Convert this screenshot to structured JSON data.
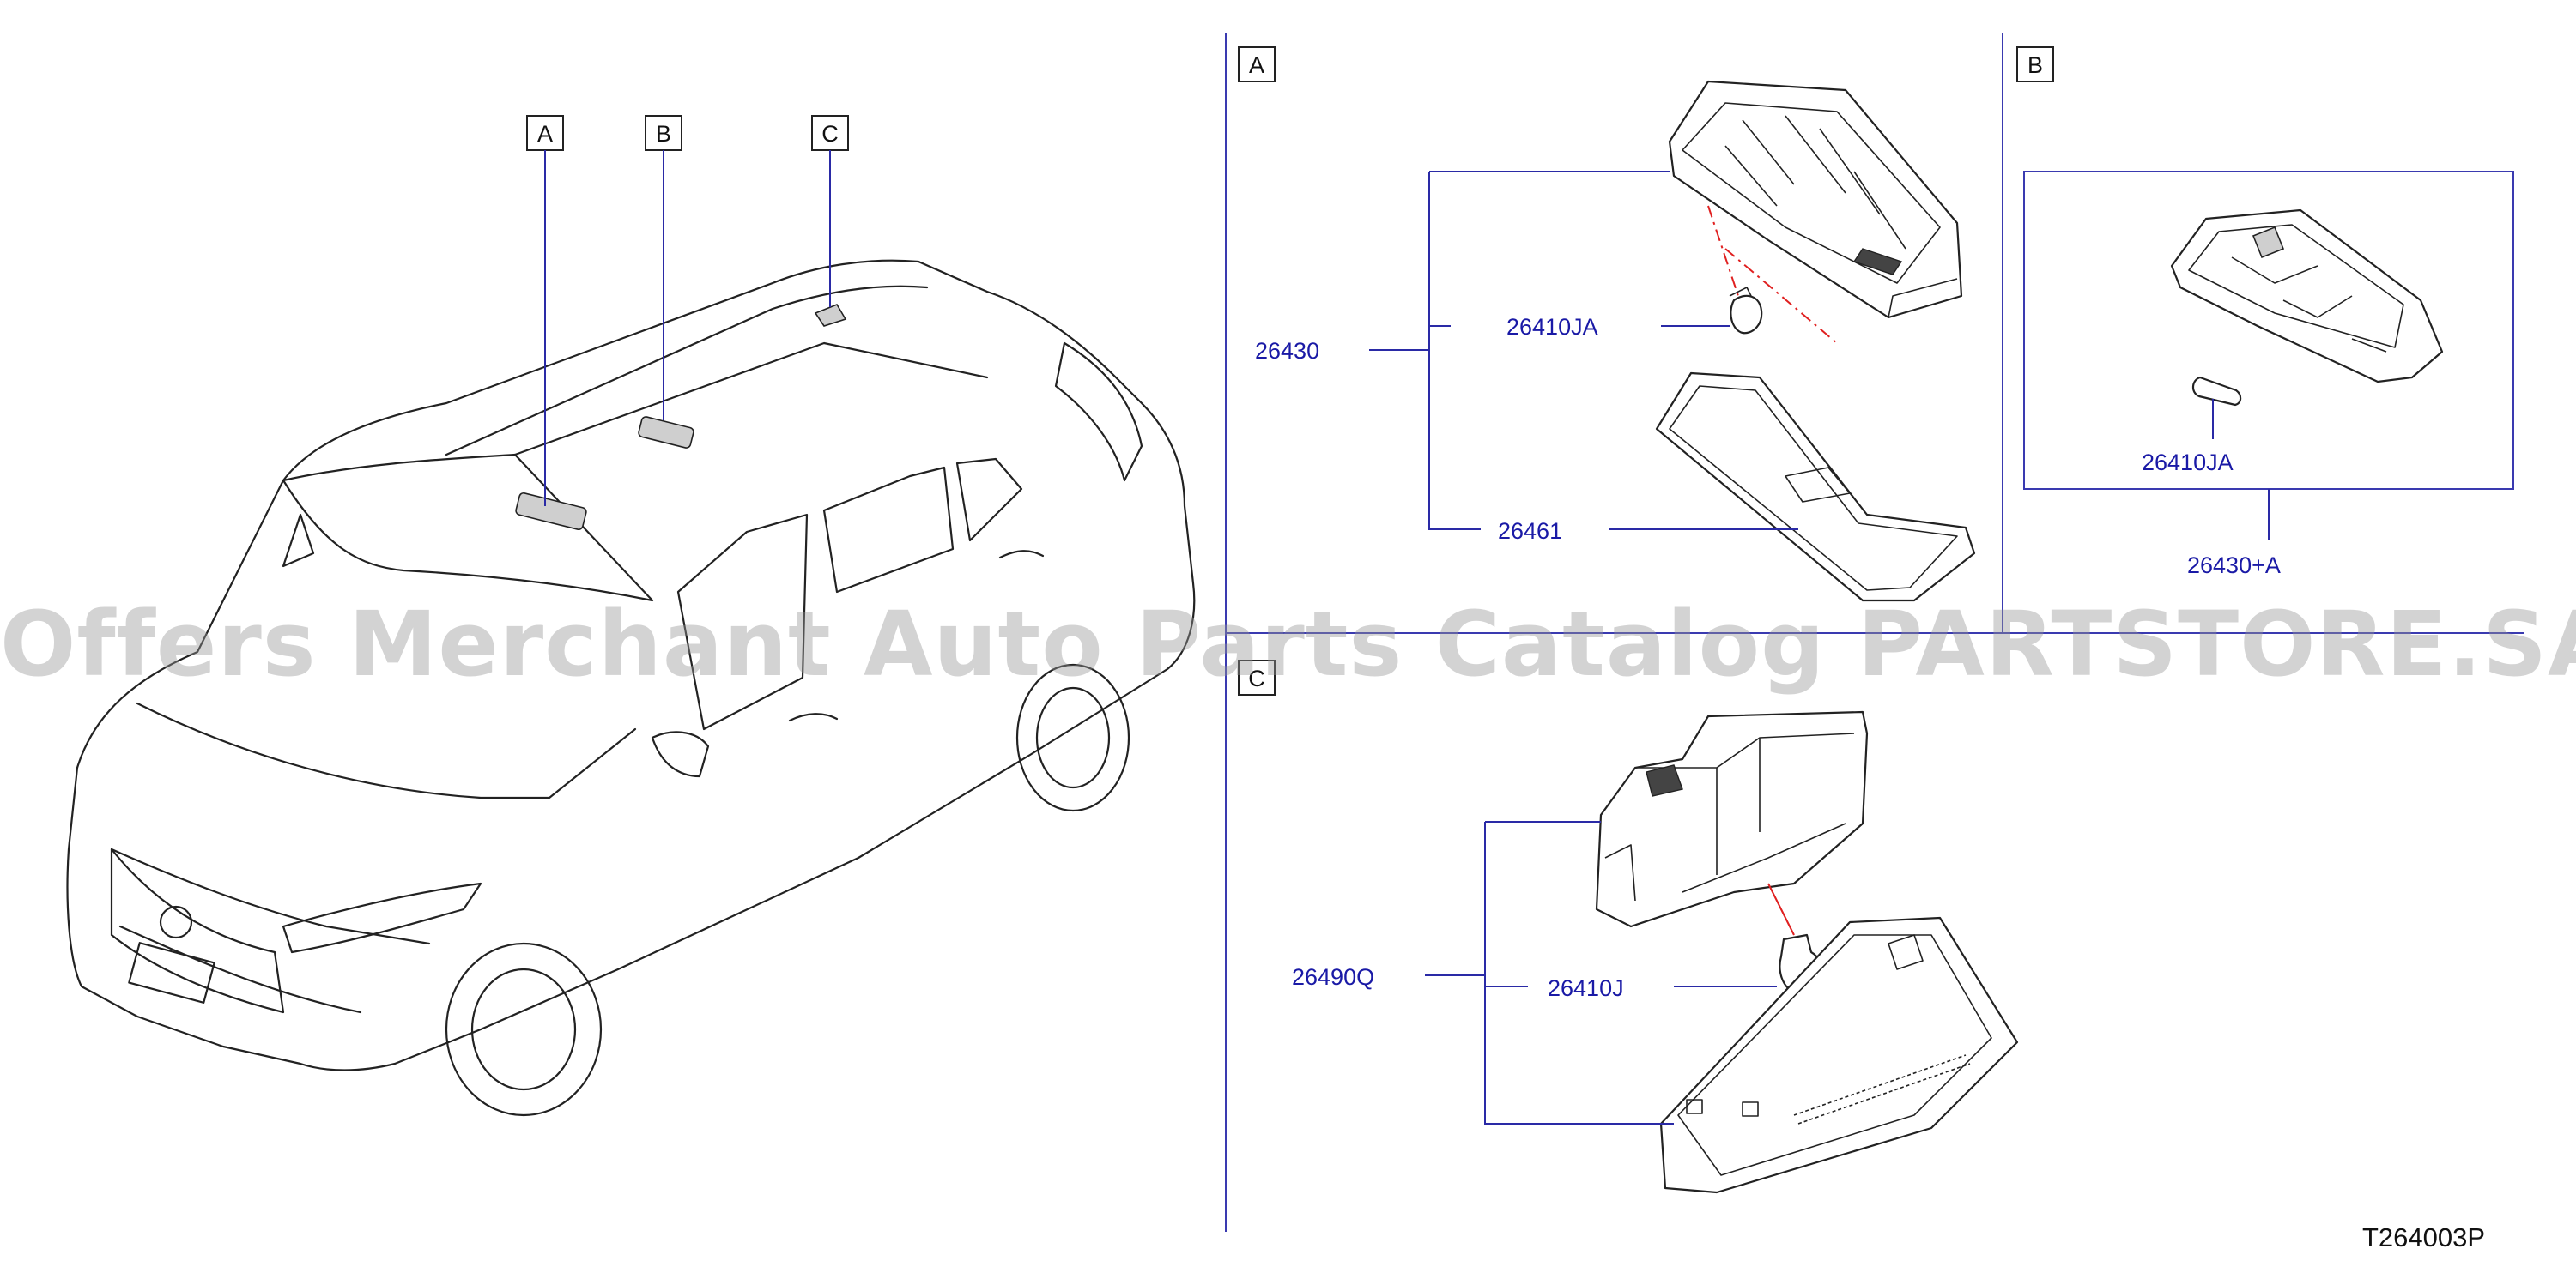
{
  "sections": {
    "a": {
      "label": "A"
    },
    "b": {
      "label": "B"
    },
    "c": {
      "label": "C"
    }
  },
  "callouts": {
    "a": "A",
    "b": "B",
    "c": "C"
  },
  "parts": {
    "p26430": "26430",
    "p26410JA_a": "26410JA",
    "p26461": "26461",
    "p26410JA_b": "26410JA",
    "p26430A": "26430+A",
    "p26490Q": "26490Q",
    "p26410J": "26410J"
  },
  "diagram_code": "T264003P",
  "watermark": "Offers Merchant Auto Parts Catalog PARTSTORE.SA",
  "colors": {
    "part_number": "#1a1aa6",
    "leader": "#2a2aa6",
    "dashed_ref": "#e02020"
  }
}
